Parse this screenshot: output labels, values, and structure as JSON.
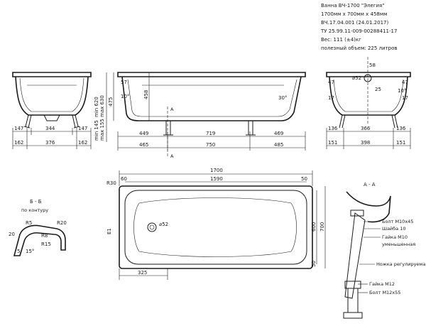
{
  "spec": {
    "title": "Ванна ВЧ-1700 \"Элегия\"",
    "size": "1700мм x 700мм x 458мм",
    "code": "ВЧ.17.04.001 (24.01.2017)",
    "standard": "ТУ 25.99.11-009-00288411-17",
    "weight": "Вес: 111 (±4)кг",
    "volume": "полезный объем: 225 литров"
  },
  "side_view": {
    "dims": {
      "d147l": "147",
      "d344": "344",
      "d147r": "147",
      "d162l": "162",
      "d376": "376",
      "d162r": "162"
    }
  },
  "front_view": {
    "dims": {
      "d57": "57",
      "d10": "10°",
      "d475": "475",
      "d458": "458",
      "dmin620": "min 620",
      "dmax630": "max 630",
      "dmin145": "min 145",
      "dmax155": "max 155",
      "d449": "449",
      "d719": "719",
      "d469": "469",
      "d465": "465",
      "d750": "750",
      "d485": "485",
      "d30": "30°",
      "a_top": "A",
      "a_bot": "A"
    }
  },
  "end_view": {
    "dims": {
      "d58": "58",
      "d52": "⌀52",
      "d25": "25",
      "d47l": "47",
      "d47r": "47",
      "d17l": "17",
      "d17r": "17",
      "d10": "10°",
      "d136l": "136",
      "d366": "366",
      "d136r": "136",
      "d151l": "151",
      "d398": "398",
      "d151r": "151"
    }
  },
  "plan_view": {
    "dims": {
      "d1700": "1700",
      "d1590": "1590",
      "dR30": "R30",
      "d60": "60",
      "d50t": "50",
      "d52": "⌀52",
      "d600": "600",
      "d700": "700",
      "d50b": "50",
      "d325": "325",
      "dE1": "E1"
    }
  },
  "section_bb": {
    "title": "Б - Б",
    "subtitle": "по контуру",
    "dims": {
      "r5": "R5",
      "r20": "R20",
      "d20": "20",
      "r8": "R8",
      "r15": "R15",
      "a15": "15°",
      "a5": "5"
    }
  },
  "section_aa": {
    "title": "А - А",
    "callouts": {
      "bolt_m10": "Болт М10х45",
      "washer": "Шайба 10",
      "nut_m10": "Гайка М10",
      "nut_m10_2": "уменьшенная",
      "leg": "Ножка регулируемая",
      "nut_m12": "Гайка М12",
      "bolt_m12": "Болт М12х55"
    }
  }
}
